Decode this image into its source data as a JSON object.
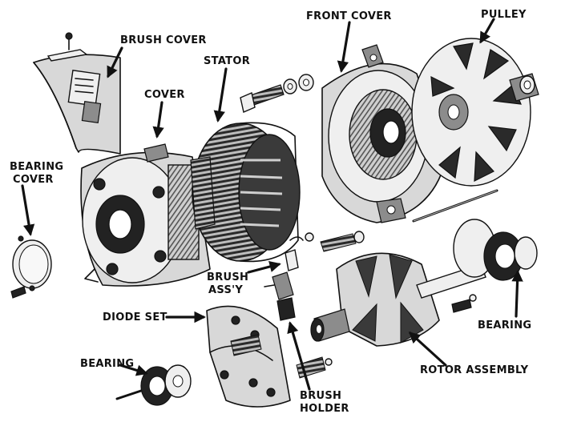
{
  "labels": {
    "front_cover": "FRONT COVER",
    "pulley": "PULLEY",
    "brush_cover": "BRUSH COVER",
    "stator": "STATOR",
    "cover": "COVER",
    "bearing_cover_line1": "BEARING",
    "bearing_cover_line2": "COVER",
    "brush_assy_line1": "BRUSH",
    "brush_assy_line2": "ASS'Y",
    "diode_set": "DIODE SET",
    "bearing_right": "BEARING",
    "bearing_left": "BEARING",
    "rotor_assembly": "ROTOR ASSEMBLY",
    "brush_holder_line1": "BRUSH",
    "brush_holder_line2": "HOLDER"
  }
}
